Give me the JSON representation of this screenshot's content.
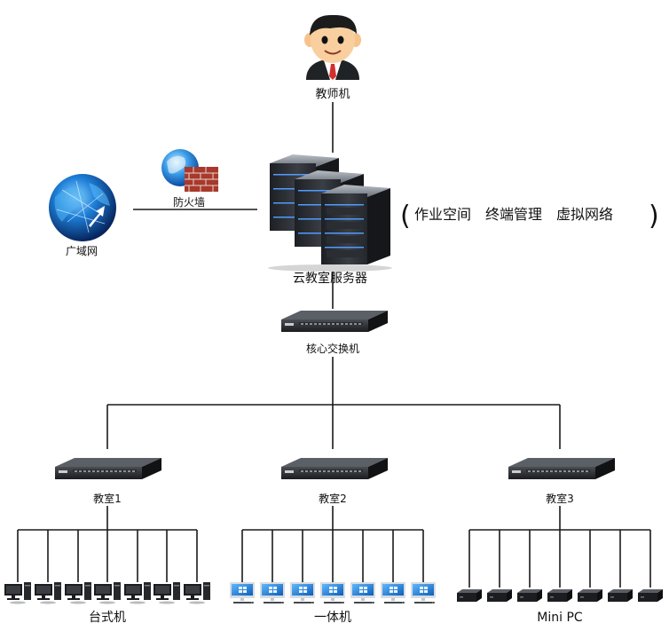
{
  "nodes": {
    "teacher": "教师机",
    "firewall": "防火墙",
    "wan": "广域网",
    "server": "云教室服务器",
    "core_switch": "核心交换机",
    "classroom1": "教室1",
    "classroom2": "教室2",
    "classroom3": "教室3"
  },
  "server_features": {
    "open_paren": "(",
    "text": "作业空间　终端管理　虚拟网络",
    "close_paren": ")"
  },
  "device_groups": {
    "desktop": "台式机",
    "all_in_one": "一体机",
    "mini_pc": "Mini PC"
  },
  "colors": {
    "line": "#1a1a1a",
    "globe_blue": "#1565c0",
    "server_dark": "#2b2e33",
    "screen_blue": "#1e88e5",
    "tie_red": "#d32f2f"
  }
}
